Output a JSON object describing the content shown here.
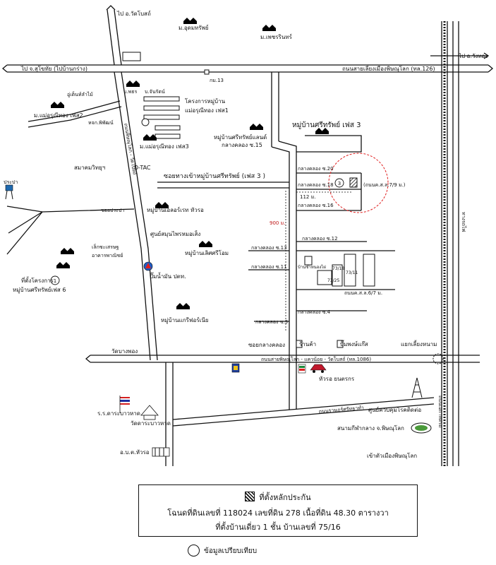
{
  "labels": {
    "to_wat_bot": "ไป อ.วัดโบสถ์",
    "moo_udom": "ม.อุดมทรัพย์",
    "moo_phetcharin": "ม.เพชรรินทร์",
    "to_wang_thong": "ไป อ.วังทอง",
    "to_sukhothai": "ไป จ.สุโขทัย (ไปบ้านกร่าง)",
    "bypass_road": "ถนนสายเลี่ยงเมืองพิษณุโลก (ทล.126)",
    "km13": "กม.13",
    "ou_tum": "อู่เต็นท์ลำไม้",
    "moo_maewon2": "ม.แม่อรุณีทอง เฟส2",
    "phuang_kaew": "หจก.พิพัฒน์",
    "small_a": "บ.พธร",
    "small_b": "บ.จันรัตน์",
    "project_maewon1": "โครงการหมู่บ้าน",
    "project_maewon1b": "แม่อรุณีทอง เฟส1",
    "moo_maewon3": "ม.แม่อรุณีทอง เฟส3",
    "moo_srisap_land": "หมู่บ้านศรีทรัพย์แลนด์",
    "klangklong15": "กลางคลอง ซ.15",
    "vertical_road": "ถนนพิษณุโลก - วัดโบสถ์",
    "samakhom": "สมาคมวิทยุฯ",
    "d_tac": "D-TAC",
    "soi_entrance": "ซอยทางเข้าหมู่บ้านศรีทรัพย์ (เฟส 3 )",
    "moo_srisap3": "หมู่บ้านศรีทรัพย์ เฟส 3",
    "klangklong20": "กลางคลอง ซ.20",
    "klangklong18": "กลางคลอง ซ.18",
    "klangklong16": "กลางคลอง ซ.16",
    "road_74": "(ถนนค.ส.ล.7/9 ม.)",
    "dist_112": "112 ม.",
    "dist_900": "900 ม.",
    "prapa": "ประปา",
    "soi_prapa": "ซอยประปา",
    "moo_ellert": "หมู่บ้านเอลอร์เรท หัวรอ",
    "lek_seng": "เล็กซะเสรษฐ",
    "arkarn": "อาคารพาณิชย์",
    "health_center": "ศูนย์สมุนไพรหมอเส็ง",
    "moo_sriumporn": "หมู่บ้านเลิศศรีโอม",
    "klangklong12": "กลางคลอง ซ.12",
    "klangklong13": "กลางคลอง ซ.13",
    "klangklong11": "กลางคลอง ซ.11",
    "ban_nongkhrai": "บ้านชำหนองไผ่",
    "lot_a": "73/18",
    "lot_b": "73/11",
    "lot_c": "73/25",
    "road_67": "ถนนค.ส.ล.6/7 ม.",
    "project_6": "ที่ตั้งโครงการ",
    "moo_srisap6": "หมู่บ้านศรีทรัพย์เฟส 6",
    "gas_ptt": "ปั๊มน้ำมัน ปตท.",
    "klangklong4": "กลางคลอง ซ.4",
    "moo_garden": "หมู่บ้านแกรีฟอร์เนีย",
    "klangklong3": "กลางคลอง ซ.3",
    "soi_klangklong": "ซอยกลางคลอง",
    "shop": "ร้านค้า",
    "gas_station": "ปั๊มพงษ์แก๊ส",
    "intersection": "แยกเลี้ยงหนาม",
    "wat_bang": "วัดบางพอง",
    "main_road": "ถนนสายพิษณุโลก - แควน้อย - วัดโบสถ์ (ทล.1086)",
    "hua_ro": "หัวรอ ยนตรกร",
    "thanon_ratchamek": "ถนนราษฎร์ศรัทธาทำ",
    "school": "ร.ร.ดาระบาวหาด",
    "wat_school": "วัดดาระบาวหาด",
    "vocational": "ศูนย์ควบคุมโรคติดต่อ",
    "stadium": "สนามกีฬากลาง จ.พิษณุโลก",
    "hospital": "อ.บ.ต.หัวรอ",
    "to_city": "เข้าตัวเมืองพิษณุโลก",
    "rail_label": "ทางรถไฟ",
    "rail_label2": "ถนนเอกาทศรถ",
    "circle_1": "1",
    "circle_3": "3"
  },
  "legend": {
    "collateral": "ที่ตั้งหลักประกัน",
    "deed": "โฉนดที่ดินเลขที่ 118024 เลขที่ดิน 278 เนื้อที่ดิน 48.30 ตารางวา",
    "house": "ที่ตั้งบ้านเดี่ยว 1 ชั้น บ้านเลขที่ 75/16",
    "comparison": "ข้อมูลเปรียบเทียบ"
  },
  "colors": {
    "road": "#111111",
    "house_icon": "#b98a18",
    "circle_target": "#e02020",
    "flag_red": "#d42020",
    "flag_blue": "#1f2fa0"
  }
}
